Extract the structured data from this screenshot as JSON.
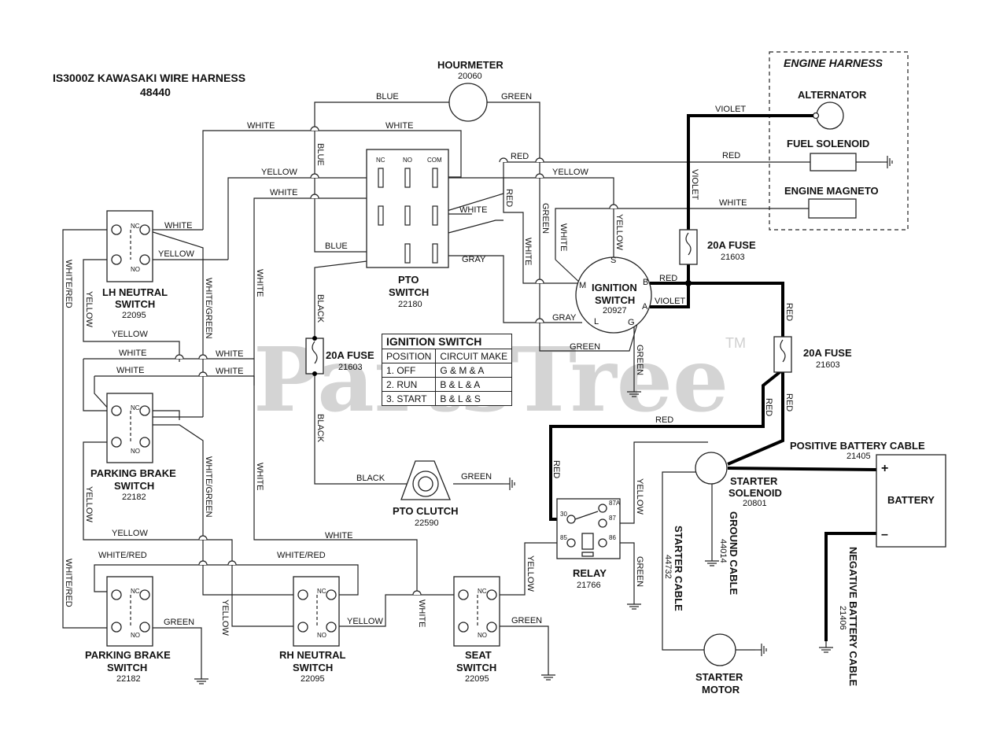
{
  "title": {
    "line1": "IS3000Z KAWASAKI WIRE HARNESS",
    "line2": "48440"
  },
  "watermark": {
    "text": "PartsTree",
    "tm": "TM"
  },
  "engine_harness": {
    "title": "ENGINE HARNESS",
    "alternator": "ALTERNATOR",
    "fuel_solenoid": "FUEL SOLENOID",
    "engine_magneto": "ENGINE MAGNETO"
  },
  "hourmeter": {
    "name": "HOURMETER",
    "part": "20060"
  },
  "pto_switch": {
    "line1": "PTO",
    "line2": "SWITCH",
    "part": "22180",
    "nc": "NC",
    "no": "NO",
    "com": "COM"
  },
  "ignition_switch": {
    "line1": "IGNITION",
    "line2": "SWITCH",
    "part": "20927",
    "m": "M",
    "s": "S",
    "b": "B",
    "a": "A",
    "g": "G",
    "l": "L"
  },
  "ignition_table": {
    "title": "IGNITION SWITCH",
    "headers": [
      "POSITION",
      "CIRCUIT MAKE"
    ],
    "rows": [
      [
        "1. OFF",
        "G & M & A"
      ],
      [
        "2. RUN",
        "B & L & A"
      ],
      [
        "3. START",
        "B & L & S"
      ]
    ]
  },
  "fuse_right_top": {
    "name": "20A FUSE",
    "part": "21603"
  },
  "fuse_left": {
    "name": "20A FUSE",
    "part": "21603"
  },
  "fuse_right": {
    "name": "20A FUSE",
    "part": "21603"
  },
  "lh_neutral": {
    "line1": "LH NEUTRAL",
    "line2": "SWITCH",
    "part": "22095"
  },
  "parking_brake_upper": {
    "line1": "PARKING BRAKE",
    "line2": "SWITCH",
    "part": "22182"
  },
  "parking_brake_lower": {
    "line1": "PARKING BRAKE",
    "line2": "SWITCH",
    "part": "22182"
  },
  "rh_neutral": {
    "line1": "RH NEUTRAL",
    "line2": "SWITCH",
    "part": "22095"
  },
  "seat_switch": {
    "line1": "SEAT",
    "line2": "SWITCH",
    "part": "22095"
  },
  "switch_pins": {
    "nc": "NC",
    "no": "NO"
  },
  "pto_clutch": {
    "name": "PTO CLUTCH",
    "part": "22590"
  },
  "relay": {
    "name": "RELAY",
    "part": "21766",
    "p30": "30",
    "p87a": "87A",
    "p87": "87",
    "p85": "85",
    "p86": "86"
  },
  "starter_solenoid": {
    "line1": "STARTER",
    "line2": "SOLENOID",
    "part": "20801"
  },
  "starter_motor": {
    "line1": "STARTER",
    "line2": "MOTOR"
  },
  "battery": {
    "name": "BATTERY",
    "plus": "+",
    "minus": "–"
  },
  "positive_cable": {
    "name": "POSITIVE BATTERY CABLE",
    "part": "21405"
  },
  "negative_cable": {
    "name": "NEGATIVE BATTERY CABLE",
    "part": "21406"
  },
  "ground_cable": {
    "name": "GROUND CABLE",
    "part": "44014"
  },
  "starter_cable": {
    "name": "STARTER CABLE",
    "part": "44732"
  },
  "wire_colors": {
    "blue": "BLUE",
    "green": "GREEN",
    "white": "WHITE",
    "yellow": "YELLOW",
    "red": "RED",
    "violet": "VIOLET",
    "gray": "GRAY",
    "black": "BLACK",
    "white_green": "WHITE/GREEN",
    "white_red": "WHITE/RED"
  }
}
